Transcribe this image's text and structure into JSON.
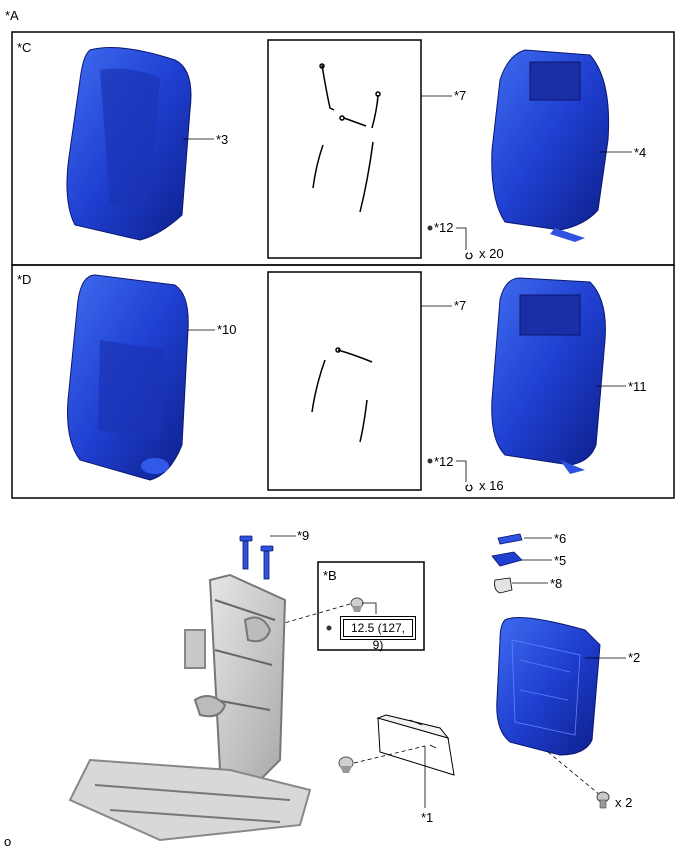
{
  "labels": {
    "a": "*A",
    "c": "*C",
    "d": "*D",
    "b": "*B",
    "p3": "*3",
    "p4": "*4",
    "p7_top": "*7",
    "p7_bottom": "*7",
    "p10": "*10",
    "p11": "*11",
    "p12_top": "*12",
    "p12_bottom": "*12",
    "qty_top": "x 20",
    "qty_bottom": "x 16",
    "p9": "*9",
    "p6": "*6",
    "p5": "*5",
    "p8": "*8",
    "p2": "*2",
    "p1": "*1",
    "qty_screws": "x 2",
    "corner": "o"
  },
  "torque": "12.5 (127, 9)",
  "colors": {
    "part_blue": "#1f3fd0",
    "part_dark": "#0d1f8a",
    "frame_gray": "#bdbdbd"
  }
}
